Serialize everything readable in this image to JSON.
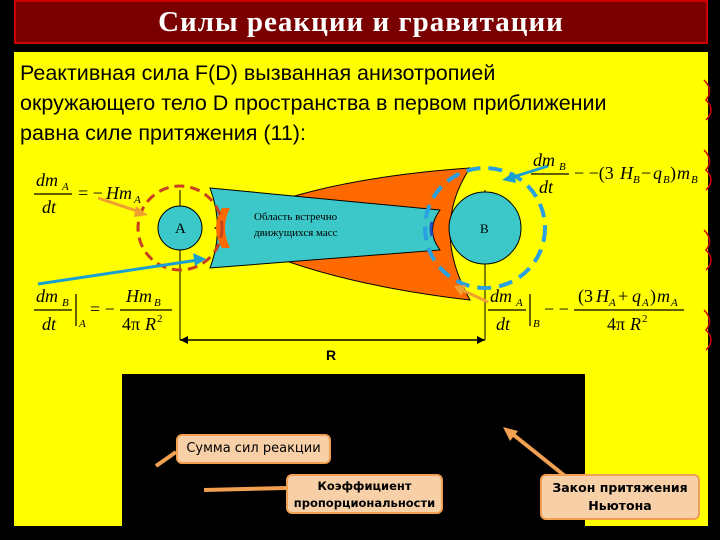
{
  "title": "Силы реакции и гравитации",
  "intro_text": "Реактивная сила F(D) вызванная анизотропией окружающего тело D пространства в первом приближении равна силе притяжения (11):",
  "diagram": {
    "body_a_label": "A",
    "body_b_label": "B",
    "region_label_line1": "Область встречно",
    "region_label_line2": "движущихся масс",
    "distance_label": "R"
  },
  "equations": {
    "top_left": "dmA/dt = −HmA",
    "top_right": "dmB/dt − −(3HB − qB)mB",
    "bottom_left": "dmB/dt |A = −HmB/4πR²",
    "bottom_right": "dmA/dt |B − −(3HA + qA)mA/4πR²"
  },
  "callouts": {
    "sum_reactions": "Сумма сил реакции",
    "coefficient_line1": "Коэффициент",
    "coefficient_line2": "пропорциональности",
    "newton_line1": "Закон притяжения",
    "newton_line2": "Ньютона"
  },
  "colors": {
    "background": "#000000",
    "panel": "#ffff00",
    "title_bar": "#7a0000",
    "orange_region": "#ff6a00",
    "cyan_region": "#3cc8c8",
    "arrow_cyan": "#1aa0d0",
    "arrow_orange": "#f0a030",
    "callout_fill": "#f8d0a8"
  }
}
